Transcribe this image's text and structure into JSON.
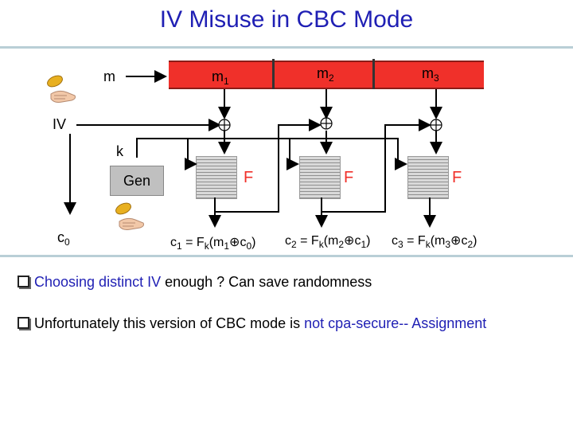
{
  "title": "IV Misuse in CBC Mode",
  "labels": {
    "m": "m",
    "iv": "IV",
    "k": "k",
    "gen": "Gen",
    "c0_base": "c",
    "c0_sub": "0",
    "m1_base": "m",
    "m1_sub": "1",
    "m2_base": "m",
    "m2_sub": "2",
    "m3_base": "m",
    "m3_sub": "3",
    "F": "F"
  },
  "outputs": [
    {
      "prefix": "c",
      "sub": "1",
      "eq": " = F",
      "k": "k",
      "paren": "(m",
      "msub": "1",
      "xor": "⊕",
      "cvar": "c",
      "csub": "0",
      "close": ")"
    },
    {
      "prefix": "c",
      "sub": "2",
      "eq": " = F",
      "k": "k",
      "paren": "(m",
      "msub": "2",
      "xor": "⊕",
      "cvar": "c",
      "csub": "1",
      "close": ")"
    },
    {
      "prefix": "c",
      "sub": "3",
      "eq": " = F",
      "k": "k",
      "paren": "(m",
      "msub": "3",
      "xor": "⊕",
      "cvar": "c",
      "csub": "2",
      "close": ")"
    }
  ],
  "bullets": {
    "b1_blue": "Choosing  distinct IV",
    "b1_rest": " enough ? Can save randomness",
    "b2_start": "Unfortunately this version of CBC mode is ",
    "b2_blue": "not cpa-secure",
    "b2_end": "-- Assignment"
  },
  "colors": {
    "title": "#1f1fb4",
    "bar": "#f0302a",
    "accent": "#1f1fb4"
  },
  "icons": [
    "coin-hand-icon",
    "block-cipher-icon",
    "xor-icon"
  ]
}
